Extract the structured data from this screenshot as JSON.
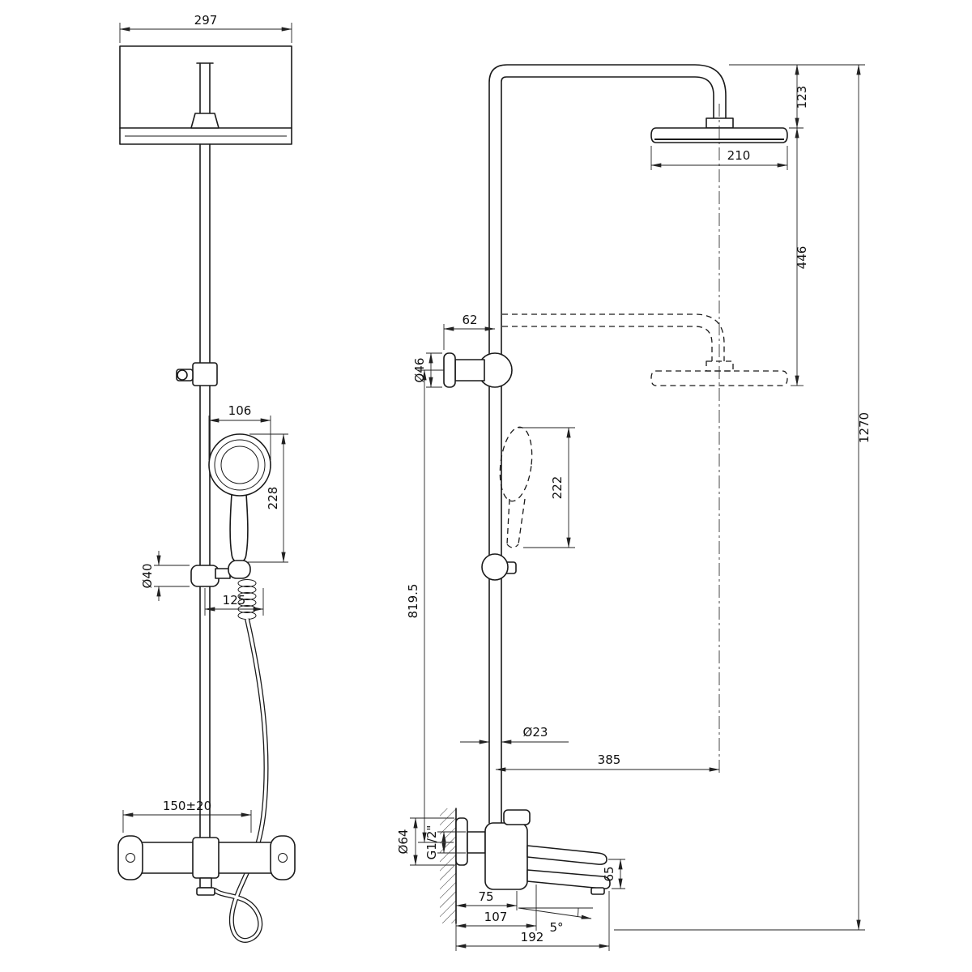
{
  "style": {
    "line_color": "#1a1a1a",
    "dim_color": "#222222",
    "background": "#ffffff"
  },
  "dims": {
    "front": {
      "head_width": "297",
      "hand_diameter": "106",
      "hand_length": "228",
      "holder_diameter": "Ø40",
      "holder_offset": "125",
      "inlet_spacing": "150±20"
    },
    "side": {
      "arm_to_head": "123",
      "head_diameter": "210",
      "travel": "446",
      "bracket_offset": "62",
      "bracket_diameter": "Ø46",
      "hand_length": "222",
      "total_height": "1270",
      "bar_length": "819.5",
      "pipe_diameter": "Ø23",
      "arm_reach": "385",
      "flange_diameter": "Ø64",
      "thread": "G1/2\"",
      "spout_drop": "65",
      "wall_to_body": "75",
      "wall_to_spout": "107",
      "spout_reach": "192",
      "spout_angle": "5°"
    }
  }
}
